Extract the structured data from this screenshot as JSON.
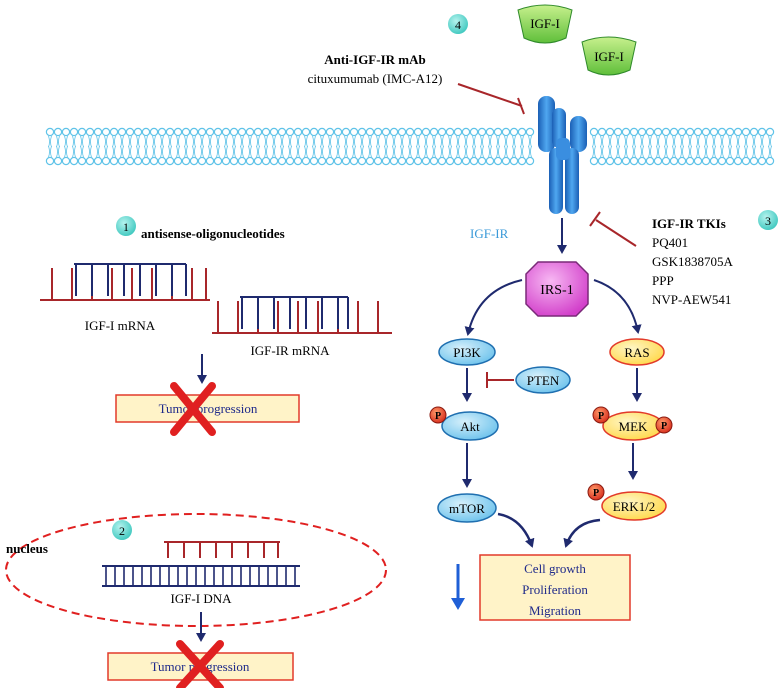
{
  "numbers": {
    "n1": "1",
    "n2": "2",
    "n3": "3",
    "n4": "4"
  },
  "ligand": {
    "label": "IGF-I"
  },
  "antibody": {
    "title": "Anti-IGF-IR mAb",
    "drug": "cituxumumab (IMC-A12)"
  },
  "receptor": {
    "label": "IGF-IR"
  },
  "tkis": {
    "title": "IGF-IR TKIs",
    "drugs": [
      "PQ401",
      "GSK1838705A",
      "PPP",
      "NVP-AEW541"
    ]
  },
  "antisense": {
    "title": "antisense-oligonucleotides",
    "mrna1": "IGF-I mRNA",
    "mrna2": "IGF-IR mRNA"
  },
  "nucleus": {
    "label": "nucleus",
    "dna": "IGF-I DNA"
  },
  "tumor": {
    "label": "Tumor progression"
  },
  "pathway": {
    "irs1": "IRS-1",
    "pi3k": "PI3K",
    "pten": "PTEN",
    "akt": "Akt",
    "mtor": "mTOR",
    "ras": "RAS",
    "mek": "MEK",
    "erk": "ERK1/2",
    "phospho": "P"
  },
  "outcome": {
    "lines": [
      "Cell growth",
      "Proliferation",
      "Migration"
    ]
  },
  "colors": {
    "membrane": "#5fc3e8",
    "receptor": "#2e7fd6",
    "ligand": "#8fd15a",
    "number_badge": "#4fd0c8",
    "irs": "#e060d8",
    "pi3k": "#8fd0ee",
    "ras": "#ffe36a",
    "inhibitor": "#a8262a",
    "arrow": "#1f2a6e",
    "cross": "#e02020",
    "box_fill": "#fff3c8",
    "box_border": "#e23a2a",
    "phospho": "#e23a2a",
    "down_arrow": "#1f5fd6"
  }
}
